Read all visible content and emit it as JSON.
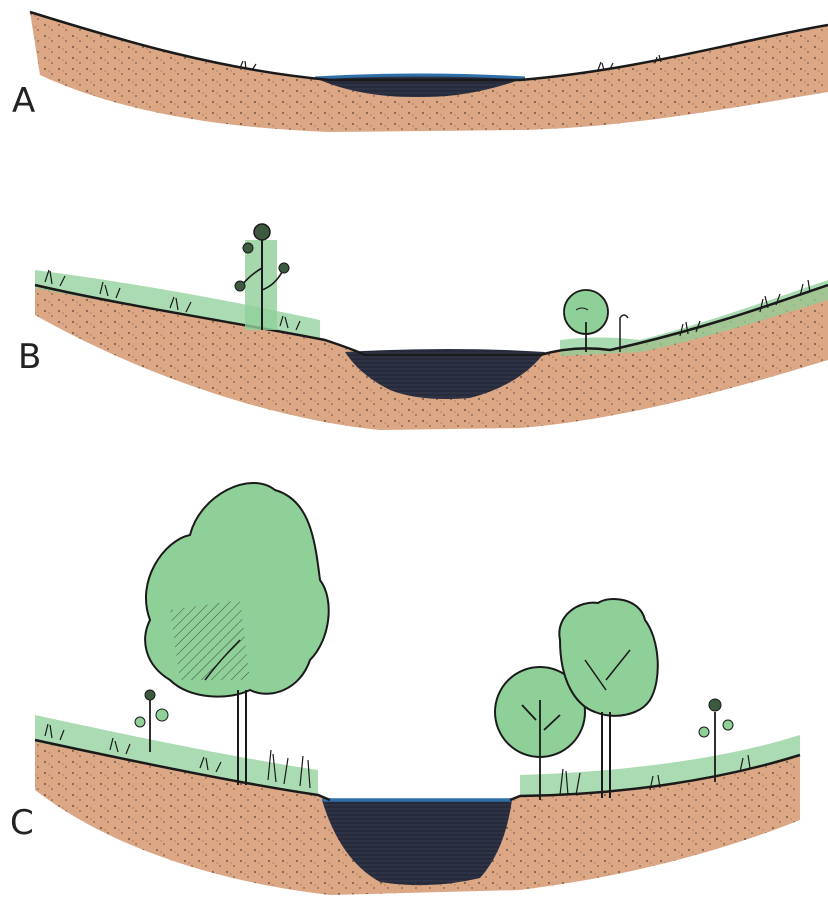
{
  "panels": [
    {
      "id": "A",
      "label": "A",
      "stage": "shallow-depression",
      "vegetation": "sparse-grass"
    },
    {
      "id": "B",
      "label": "B",
      "stage": "small-pond",
      "vegetation": "grass-shrub-sapling"
    },
    {
      "id": "C",
      "label": "C",
      "stage": "deep-pond",
      "vegetation": "mature-trees"
    }
  ],
  "colors": {
    "soil": "#d9a27e",
    "soil_dark": "#b9775a",
    "water_dark": "#262a3a",
    "water_surface": "#2f6fa8",
    "foliage": "#8fcf98",
    "foliage_dark": "#6fb57d",
    "ink": "#1a1a1a"
  },
  "icons": [
    "tree-icon",
    "shrub-icon",
    "sapling-icon",
    "grass-tuft-icon"
  ]
}
